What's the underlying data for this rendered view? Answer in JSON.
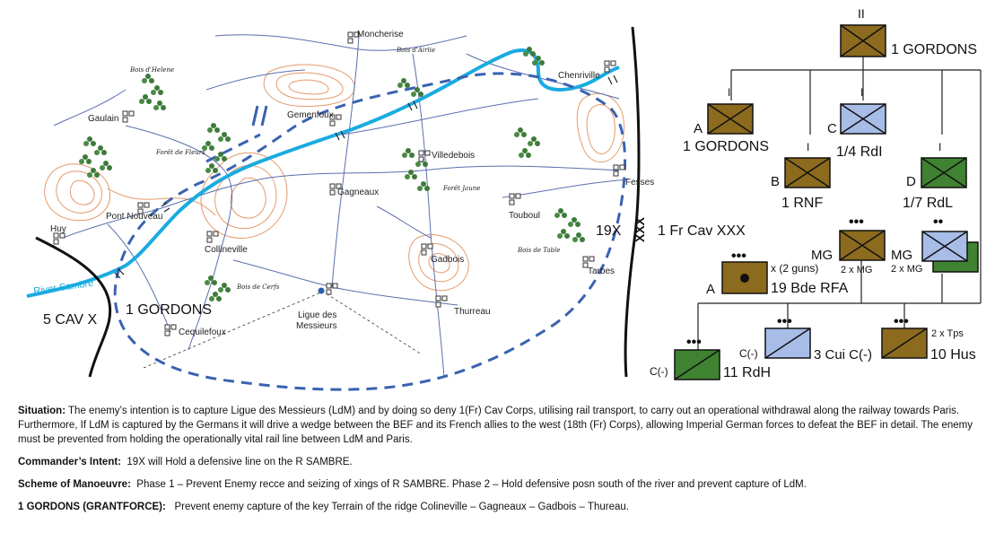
{
  "map": {
    "towns": [
      "Moncherise",
      "Chenriville",
      "Gaulain",
      "Gemenfoux",
      "Villedebois",
      "Gagneaux",
      "Fesses",
      "Pont Nouveau",
      "Touboul",
      "Huy",
      "Collineville",
      "Gadbois",
      "Tarbes",
      "Ligue des",
      "Messieurs",
      "Thurreau",
      "Cequilefoux"
    ],
    "woods": [
      "Bois d'Airlie",
      "Bois d'Helene",
      "Forêt de Fleurs",
      "Forêt Jaune",
      "Bois de Table",
      "Bois de Cerfs"
    ],
    "river_label": "River Sambre",
    "labels": {
      "cav5": "5 CAV X",
      "gordons_map": "1 GORDONS",
      "xix": "19X",
      "xxx": "XXX",
      "fr_cav": "1 Fr Cav XXX"
    }
  },
  "orbat": {
    "hq": {
      "echelon": "II",
      "name": "1 GORDONS"
    },
    "coy_a": {
      "letter": "A",
      "name": "1 GORDONS",
      "echelon": "I"
    },
    "coy_b": {
      "letter": "B",
      "name": "1 RNF",
      "echelon": "I"
    },
    "coy_c": {
      "letter": "C",
      "name": "1/4 RdI",
      "echelon": "I"
    },
    "coy_d": {
      "letter": "D",
      "name": "1/7 RdL",
      "echelon": "I"
    },
    "arty": {
      "letter": "A",
      "guns": "x (2 guns)",
      "name": "19 Bde RFA",
      "dots": "•••"
    },
    "mg1": {
      "label": "MG",
      "sub": "2 x MG",
      "dots": "•••"
    },
    "mg2": {
      "label": "MG",
      "sub": "2 x MG",
      "dots": "••"
    },
    "cav1": {
      "letter": "C(-)",
      "name": "11 RdH",
      "dots": "•••"
    },
    "cav2": {
      "letter": "C(-)",
      "name": "3 Cui C(-)",
      "dots": "•••"
    },
    "cav3": {
      "tps": "2 x Tps",
      "name": "10 Hus",
      "dots": "•••"
    },
    "colors": {
      "brown": "#8c6a1e",
      "blue": "#a7bde8",
      "green": "#3f8232"
    }
  },
  "text": {
    "situation_label": "Situation:",
    "situation": "The enemy’s intention is to capture Ligue des Messieurs (LdM) and by doing so deny 1(Fr) Cav Corps, utilising rail transport, to carry out an operational withdrawal along the railway towards Paris.  Furthermore, If LdM is captured by the Germans it will drive a wedge between the BEF and its French allies to the west (18th (Fr) Corps), allowing Imperial German forces to defeat the BEF in detail. The enemy must be prevented from holding the operationally vital rail line between LdM and Paris.",
    "intent_label": "Commander’s Intent:",
    "intent": "19X will Hold a defensive line on the R SAMBRE.",
    "scheme_label": "Scheme of Manoeuvre:",
    "scheme": "Phase 1 – Prevent Enemy recce and seizing of xings of R SAMBRE.  Phase 2 – Hold defensive posn south of the river and prevent capture of LdM.",
    "gordons_label": "1 GORDONS (GRANTFORCE):",
    "gordons": "Prevent enemy capture of the key Terrain of the ridge Colineville – Gagneaux – Gadbois – Thureau."
  }
}
